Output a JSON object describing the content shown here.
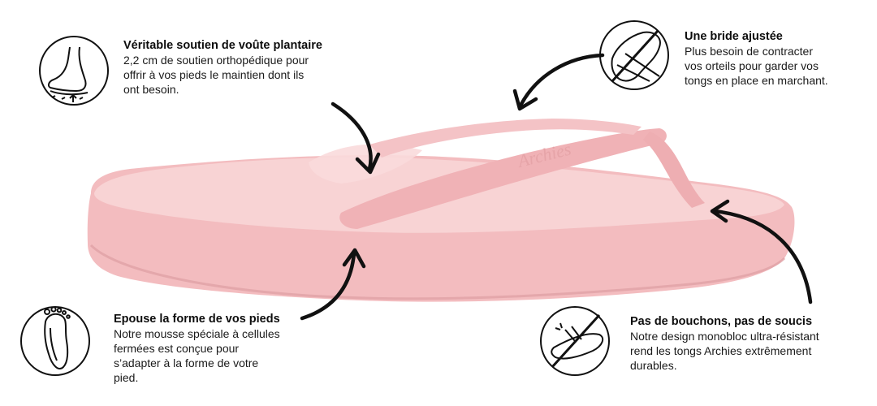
{
  "colors": {
    "sandal_pink": "#f3bcbf",
    "sandal_light": "#f8d3d4",
    "sandal_shadow": "#e1a1a5",
    "ink": "#111111"
  },
  "sandal": {
    "strap_brand": "Archies"
  },
  "features": {
    "arch": {
      "icon": "foot-arch-icon",
      "title": "Véritable soutien de voûte plantaire",
      "lines": [
        "2,2 cm de soutien orthopédique pour",
        "offrir à vos pieds le maintien dont ils",
        "ont besoin."
      ]
    },
    "strap": {
      "icon": "no-toe-grip-icon",
      "title": "Une bride ajustée",
      "lines": [
        "Plus besoin de contracter",
        "vos orteils pour garder vos",
        "tongs en place en marchant."
      ]
    },
    "shape": {
      "icon": "footprint-icon",
      "title": "Epouse la forme de vos pieds",
      "lines": [
        "Notre mousse spéciale à cellules",
        "fermées est conçue pour",
        "s’adapter à la forme de votre",
        "pied."
      ]
    },
    "plugs": {
      "icon": "no-broken-plug-icon",
      "title": "Pas de bouchons, pas de soucis",
      "lines": [
        "Notre design monobloc ultra-résistant",
        "rend les tongs Archies extrêmement",
        "durables."
      ]
    }
  }
}
